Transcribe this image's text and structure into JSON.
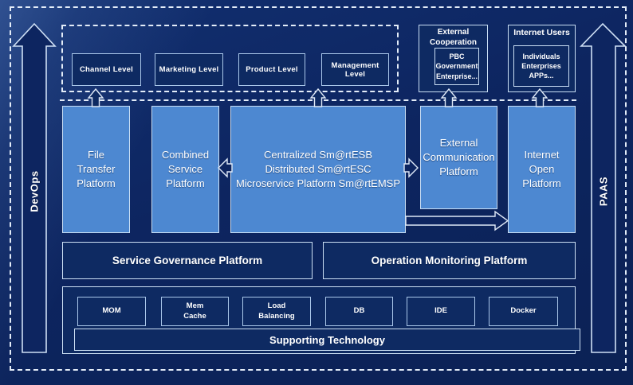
{
  "diagram": {
    "side_labels": {
      "left": "DevOps",
      "right": "PAAS"
    },
    "levels": {
      "items": [
        "Channel Level",
        "Marketing Level",
        "Product Level",
        "Management Level"
      ]
    },
    "external_cooperation": {
      "title": "External\nCooperation",
      "inner": "PBC Government\nEnterprise..."
    },
    "internet_users": {
      "title": "Internet Users",
      "inner": "Individuals\nEnterprises\nAPPs..."
    },
    "platforms": {
      "file_transfer": "File\nTransfer\nPlatform",
      "combined_service": "Combined\nService\nPlatform",
      "central": "Centralized Sm@rtESB\nDistributed Sm@rtESC\nMicroservice Platform Sm@rtEMSP",
      "external_communication": "External\nCommunication\nPlatform",
      "internet_open": "Internet\nOpen\nPlatform"
    },
    "governance": {
      "service": "Service Governance Platform",
      "operation": "Operation Monitoring Platform"
    },
    "technology": {
      "items": [
        "MOM",
        "Mem\nCache",
        "Load\nBalancing",
        "DB",
        "IDE",
        "Docker"
      ],
      "bar": "Supporting Technology"
    },
    "colors": {
      "background": "#0d2560",
      "box_dark": "#0e2a62",
      "box_light": "#4d88d1",
      "border_light": "#c9def4",
      "dashed_line": "#e3ecf8",
      "text": "#ffffff"
    }
  }
}
